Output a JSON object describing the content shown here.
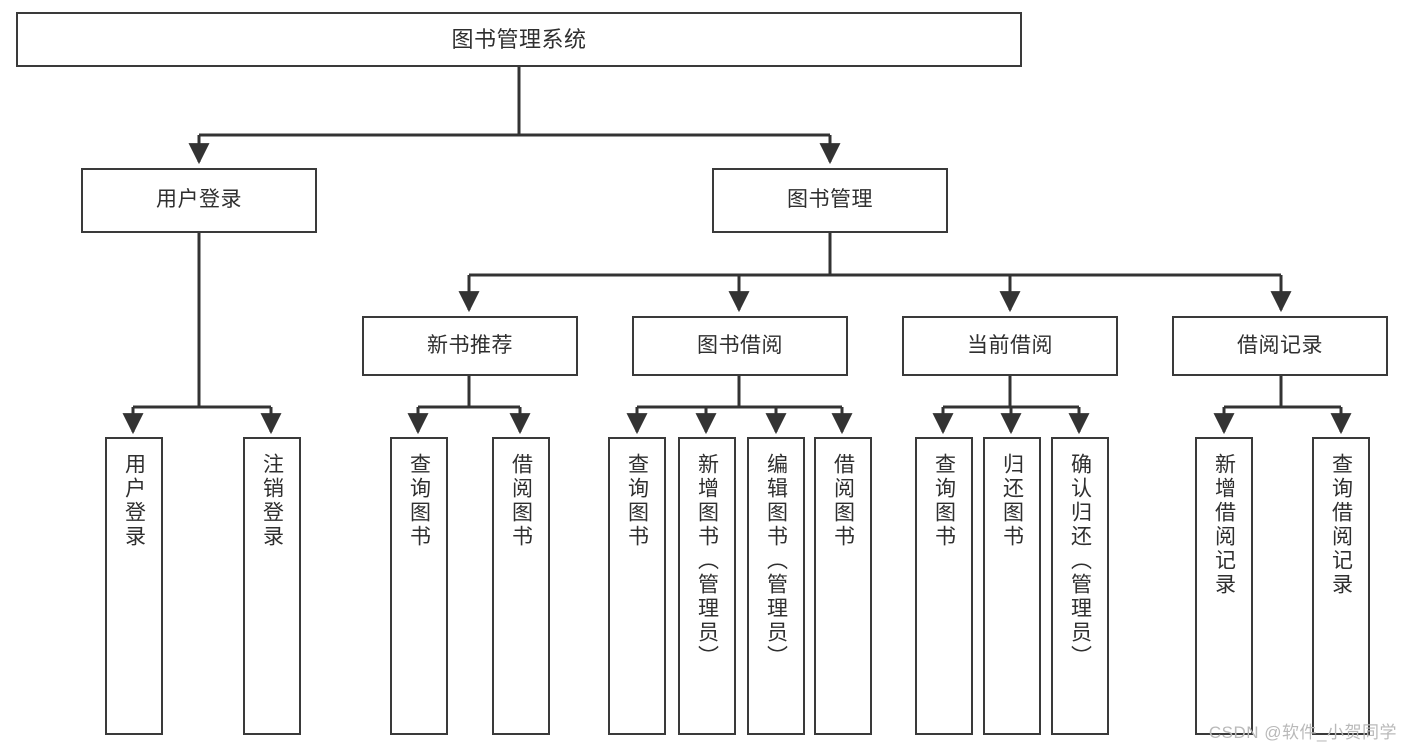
{
  "diagram": {
    "title": "图书管理系统",
    "type": "tree-hierarchy",
    "watermark": "CSDN @软件_小贺同学",
    "colors": {
      "box_border": "#3a3a3a",
      "box_fill": "#ffffff",
      "text": "#2f2f2f",
      "connector": "#333333",
      "watermark": "#b9b9b9"
    },
    "nodes": {
      "root": {
        "label": "图书管理系统"
      },
      "level2": [
        {
          "label": "用户登录"
        },
        {
          "label": "图书管理"
        }
      ],
      "level3": [
        {
          "label": "新书推荐"
        },
        {
          "label": "图书借阅"
        },
        {
          "label": "当前借阅"
        },
        {
          "label": "借阅记录"
        }
      ],
      "leaves_user_login": [
        {
          "label": "用户登录"
        },
        {
          "label": "注销登录"
        }
      ],
      "leaves_new_book": [
        {
          "label": "查询图书"
        },
        {
          "label": "借阅图书"
        }
      ],
      "leaves_borrow": [
        {
          "label": "查询图书"
        },
        {
          "label": "新增图书（管理员）"
        },
        {
          "label": "编辑图书（管理员）"
        },
        {
          "label": "借阅图书"
        }
      ],
      "leaves_current": [
        {
          "label": "查询图书"
        },
        {
          "label": "归还图书"
        },
        {
          "label": "确认归还（管理员）"
        }
      ],
      "leaves_records": [
        {
          "label": "新增借阅记录"
        },
        {
          "label": "查询借阅记录"
        }
      ]
    }
  }
}
